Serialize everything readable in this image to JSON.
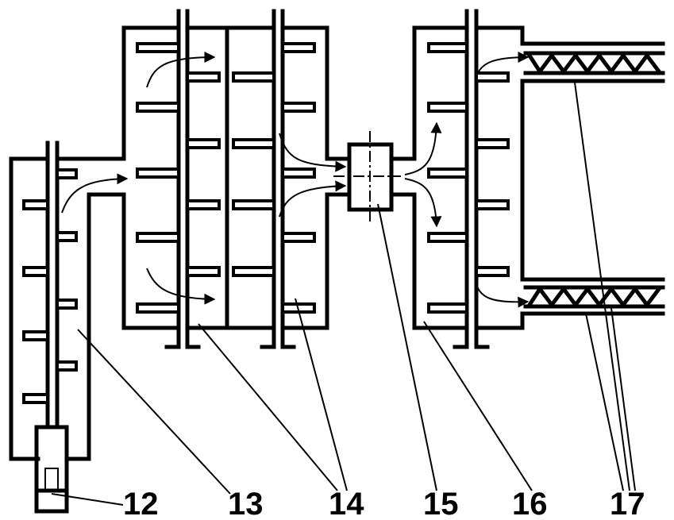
{
  "labels": {
    "l12": "12",
    "l13": "13",
    "l14": "14",
    "l15": "15",
    "l16": "16",
    "l17": "17"
  },
  "colors": {
    "line": "#000000",
    "background": "#ffffff"
  }
}
